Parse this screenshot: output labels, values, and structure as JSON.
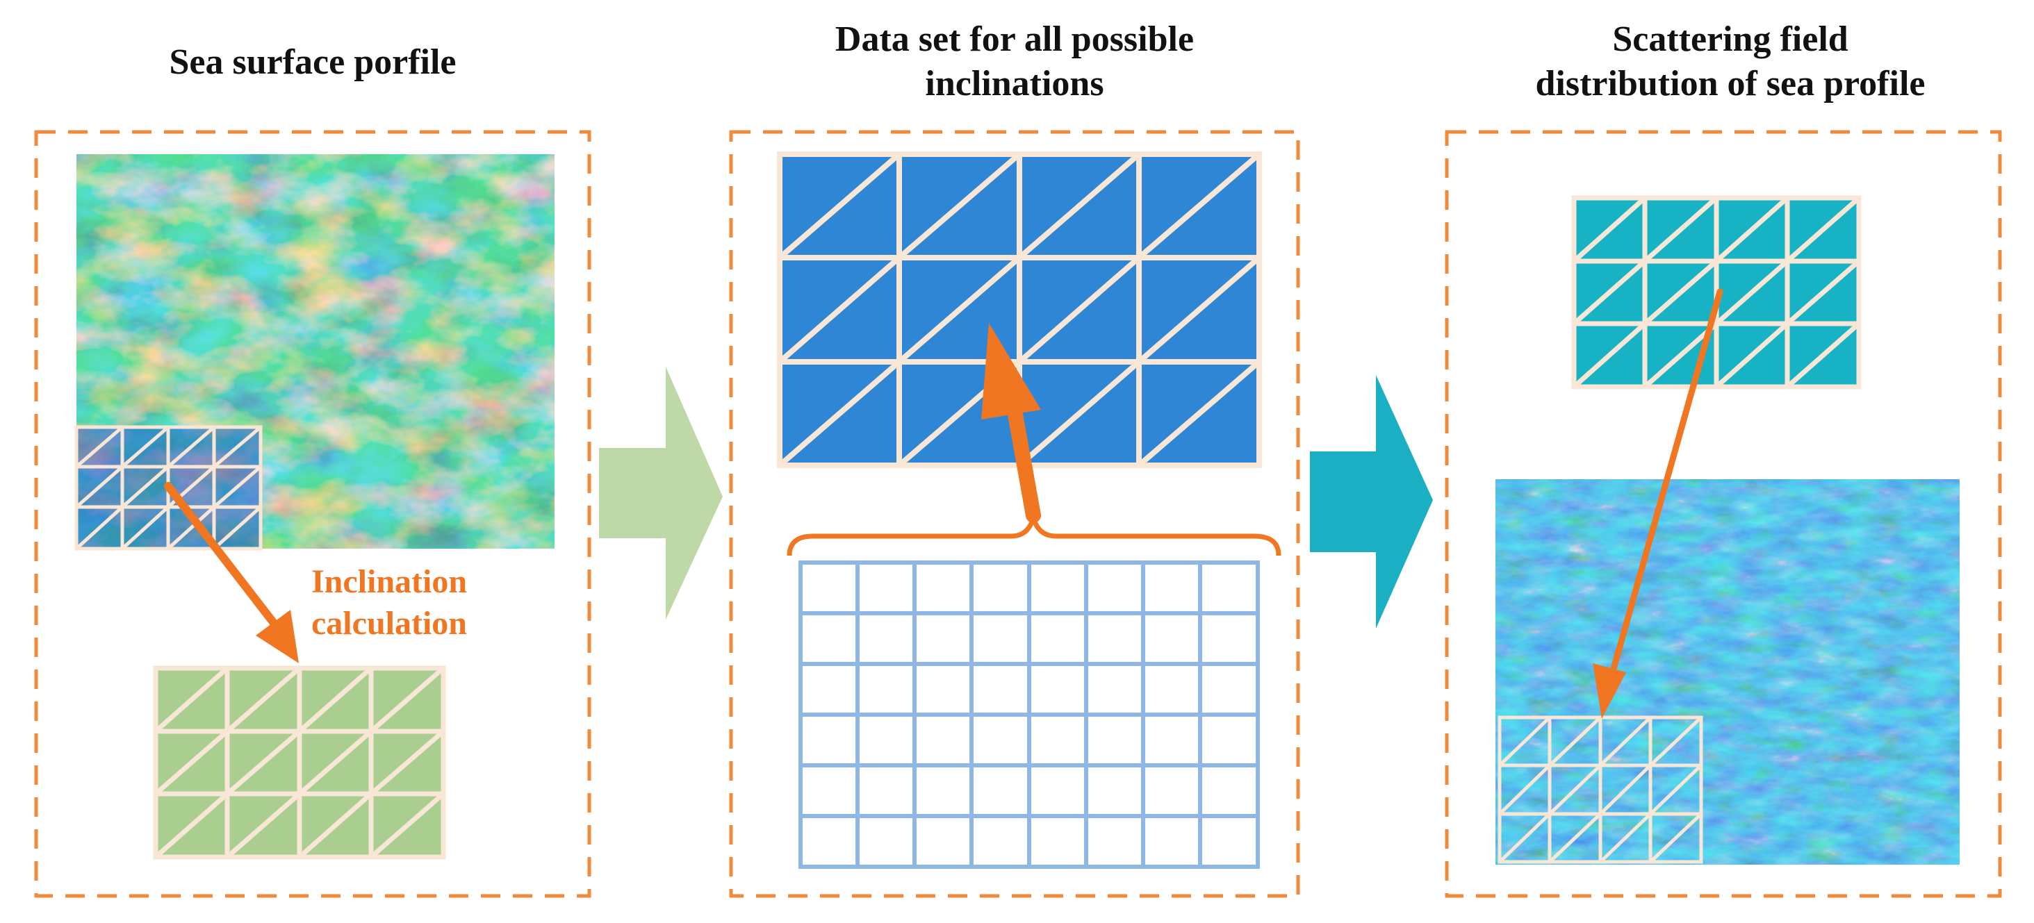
{
  "panels": [
    {
      "title_lines": [
        "Sea surface porfile"
      ]
    },
    {
      "title_lines": [
        "Data set for all possible",
        "inclinations"
      ]
    },
    {
      "title_lines": [
        "Scattering field",
        "distribution of sea profile"
      ]
    }
  ],
  "annotation": {
    "lines": [
      "Inclination",
      "calculation"
    ]
  },
  "colors": {
    "dash_orange": "#F28A3C",
    "arrow_orange": "#F07621",
    "grid_line": "#F8E6D6",
    "sea_blue_dark": "#1E5CC6",
    "sea_teal": "#1AA6A0",
    "sea_yellow": "#E6C24A",
    "tile_green": "#A9CE8F",
    "tile_blue": "#2E86D4",
    "tile_teal": "#17B3C4",
    "dataset_grid": "#8FB7E6",
    "arrow_green": "#BFD8A8",
    "arrow_teal": "#1AAFC2"
  },
  "icons": [
    "flow-arrow-icon",
    "vector-arrow-icon",
    "curly-brace-icon"
  ]
}
